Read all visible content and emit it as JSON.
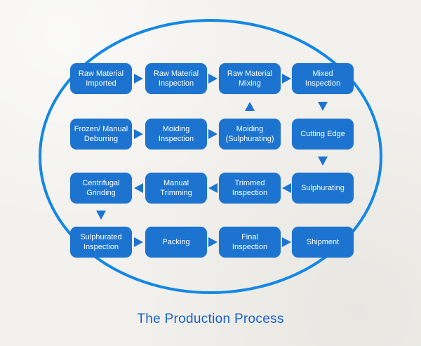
{
  "title": "The Production Process",
  "colors": {
    "background": "#f2f1ed",
    "box_fill": "#1c74d0",
    "box_text": "#ffffff",
    "ellipse_stroke": "#1287e6",
    "arrow": "#1c74d0",
    "title_text": "#1660cc"
  },
  "flowchart": {
    "rows": [
      {
        "arrow_direction": "right",
        "boxes": [
          {
            "label": "Raw Material\nImported"
          },
          {
            "label": "Raw Material\nInspection"
          },
          {
            "label": "Raw Material\nMixing"
          },
          {
            "label": "Mixed\nInspection"
          }
        ]
      },
      {
        "arrow_direction": "right",
        "boxes": [
          {
            "label": "Frozen/ Manual\nDeburring"
          },
          {
            "label": "Moiding\nInspection"
          },
          {
            "label": "Moiding\n(Sulphurating)"
          },
          {
            "label": "Cutting Edge"
          }
        ]
      },
      {
        "arrow_direction": "left",
        "boxes": [
          {
            "label": "Centrifugal\nGrinding"
          },
          {
            "label": "Manual\nTrimming"
          },
          {
            "label": "Trimmed\nInspection"
          },
          {
            "label": "Sulphurating"
          }
        ]
      },
      {
        "arrow_direction": "right",
        "boxes": [
          {
            "label": "Sulphurated\nInspection"
          },
          {
            "label": "Packing"
          },
          {
            "label": "Final\nInspection"
          },
          {
            "label": "Shipment"
          }
        ]
      }
    ],
    "vertical_arrows": [
      {
        "column": 3,
        "between_rows": "1-2",
        "direction": "up"
      },
      {
        "column": 4,
        "between_rows": "1-2",
        "direction": "down"
      },
      {
        "column": 4,
        "between_rows": "2-3",
        "direction": "down"
      },
      {
        "column": 1,
        "between_rows": "3-4",
        "direction": "down"
      }
    ]
  }
}
